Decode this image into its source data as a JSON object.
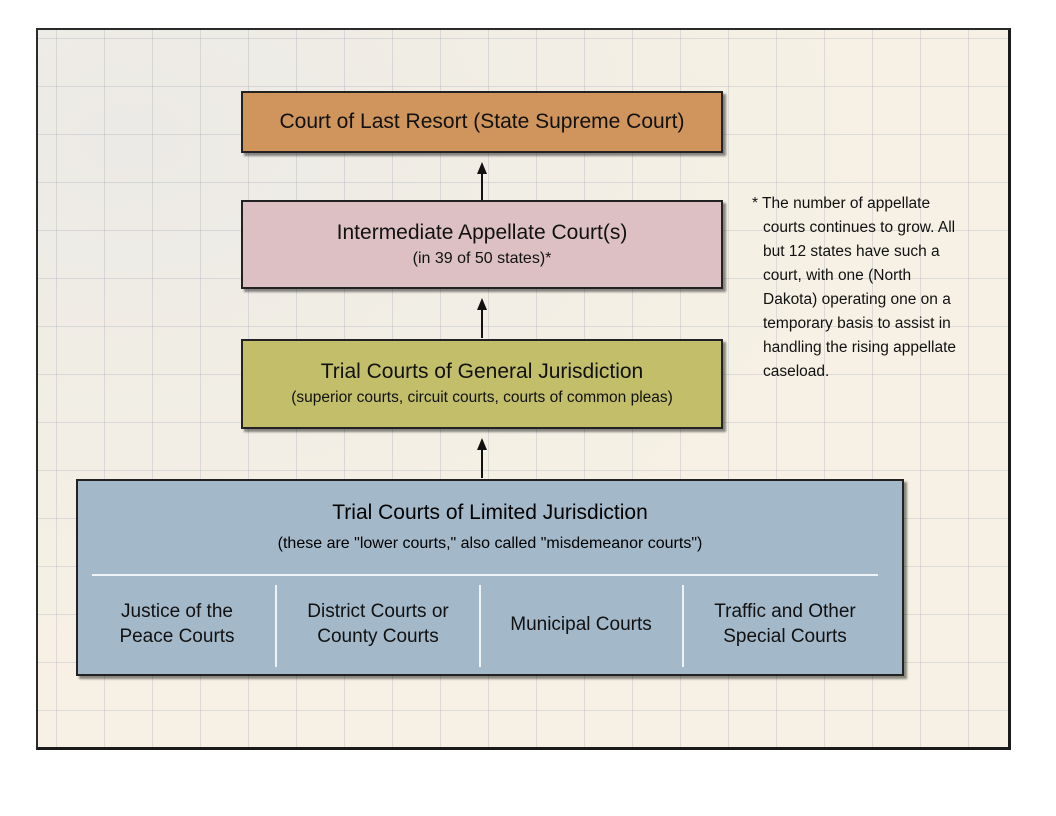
{
  "diagram": {
    "last_resort": {
      "title": "Court of Last Resort (State Supreme Court)",
      "color": "#d0955c"
    },
    "intermediate": {
      "title": "Intermediate Appellate Court(s)",
      "subtitle": "(in 39 of 50 states)*",
      "color": "#dcc0c4"
    },
    "general": {
      "title": "Trial Courts of General Jurisdiction",
      "subtitle": "(superior courts, circuit courts, courts of common pleas)",
      "color": "#c2be6a"
    },
    "limited": {
      "title": "Trial Courts of Limited Jurisdiction",
      "subtitle": "(these are \"lower courts,\" also called \"misdemeanor courts\")",
      "color": "#a3b8c9",
      "courts": [
        {
          "line1": "Justice of the",
          "line2": "Peace Courts"
        },
        {
          "line1": "District Courts or",
          "line2": "County Courts"
        },
        {
          "line1": "Municipal Courts",
          "line2": ""
        },
        {
          "line1": "Traffic and Other",
          "line2": "Special Courts"
        }
      ]
    },
    "footnote": {
      "lines": [
        "* The number of appellate",
        "courts continues to grow. All",
        "but 12 states have such a",
        "court, with one (North",
        "Dakota) operating one on a",
        "temporary basis to assist in",
        "handling the rising appellate",
        "caseload."
      ]
    }
  }
}
